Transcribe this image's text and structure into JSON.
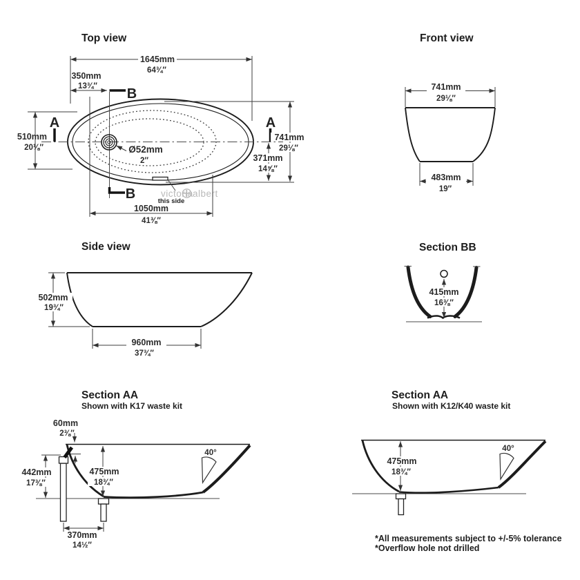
{
  "titles": {
    "top": "Top view",
    "front": "Front view",
    "side": "Side view",
    "bb": "Section BB",
    "aa1": "Section AA",
    "aa1_sub": "Shown with K17 waste kit",
    "aa2": "Section AA",
    "aa2_sub": "Shown with K12/K40 waste kit"
  },
  "top": {
    "length_mm": "1645mm",
    "length_in": "64¾″",
    "overflow_mm": "350mm",
    "overflow_in": "13¾″",
    "inner_width_mm": "510mm",
    "inner_width_in": "20⅛″",
    "width_mm": "741mm",
    "width_in": "29⅛″",
    "half_width_mm": "371mm",
    "half_width_in": "14⅝″",
    "drain_mm": "Ø52mm",
    "drain_in": "2″",
    "base_mm": "1050mm",
    "base_in": "41⅜″",
    "label_a": "A",
    "label_b": "B",
    "wm_left": "victoria",
    "wm_right": "albert",
    "wm_note": "this side"
  },
  "front": {
    "width_mm": "741mm",
    "width_in": "29⅛″",
    "base_mm": "483mm",
    "base_in": "19″"
  },
  "side": {
    "height_mm": "502mm",
    "height_in": "19¾″",
    "base_mm": "960mm",
    "base_in": "37¾″"
  },
  "bb": {
    "overflow_mm": "415mm",
    "overflow_in": "16⅜″"
  },
  "aa1": {
    "rim_mm": "60mm",
    "rim_in": "2⅜″",
    "overflow_mm": "442mm",
    "overflow_in": "17⅜″",
    "depth_mm": "475mm",
    "depth_in": "18¾″",
    "waste_mm": "370mm",
    "waste_in": "14½″",
    "angle": "40°"
  },
  "aa2": {
    "depth_mm": "475mm",
    "depth_in": "18¾″",
    "angle": "40°"
  },
  "notes": {
    "line1": "*All measurements subject to +/-5% tolerance",
    "line2": "*Overflow hole not drilled"
  }
}
